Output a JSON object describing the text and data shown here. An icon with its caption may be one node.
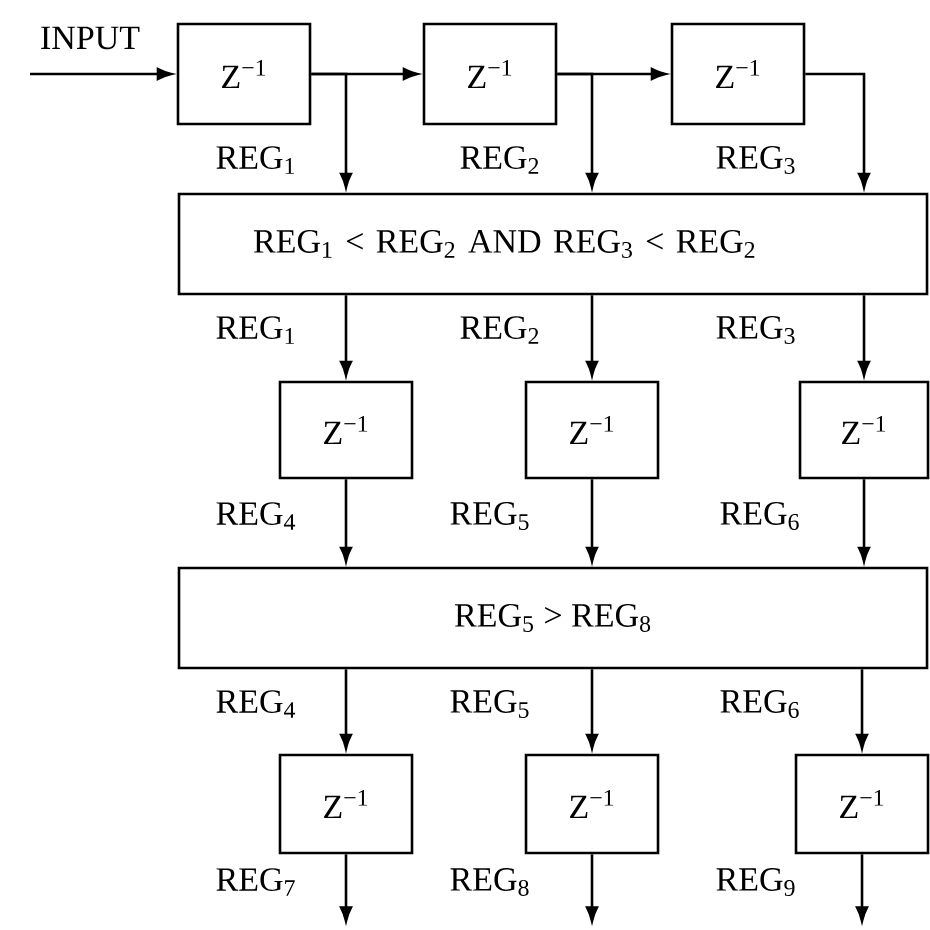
{
  "diagram": {
    "nodes": [
      {
        "text": [
          "Z$^{−1}$"
        ]
      },
      {
        "text": [
          "Z$^{−1}$"
        ]
      },
      {
        "text": [
          "Z$^{−1}$"
        ]
      },
      {
        "text": [
          "REG$_{1}$ < REG$_{2}$ AND REG$_{3}$ < REG$_{2}$"
        ]
      },
      {
        "text": [
          "Z$^{−1}$"
        ]
      },
      {
        "text": [
          "Z$^{−1}$"
        ]
      },
      {
        "text": [
          "Z$^{−1}$"
        ]
      },
      {
        "text": [
          "REG$_{5}$ > REG$_{8}$"
        ]
      },
      {
        "text": [
          "Z$^{−1}$"
        ]
      },
      {
        "text": [
          "Z$^{−1}$"
        ]
      },
      {
        "text": [
          "Z$^{−1}$"
        ]
      }
    ],
    "edges": [
      {
        "from": null,
        "to": 0,
        "arrow": "to",
        "label": "INPUT"
      },
      {
        "from": 0,
        "to": 1,
        "arrow": "to"
      },
      {
        "from": 1,
        "to": 2,
        "arrow": "to"
      },
      {
        "from": 0,
        "to": 3,
        "arrow": "to",
        "label": "REG$_{1}$"
      },
      {
        "from": 1,
        "to": 3,
        "arrow": "to",
        "label": "REG$_{2}$"
      },
      {
        "from": 2,
        "to": 3,
        "arrow": "to",
        "label": "REG$_{3}$"
      },
      {
        "from": 3,
        "to": 4,
        "arrow": "to",
        "label": "REG$_{1}$"
      },
      {
        "from": 3,
        "to": 5,
        "arrow": "to",
        "label": "REG$_{2}$"
      },
      {
        "from": 3,
        "to": 6,
        "arrow": "to",
        "label": "REG$_{3}$"
      },
      {
        "from": 4,
        "to": 7,
        "arrow": "to",
        "label": "REG$_{4}$"
      },
      {
        "from": 5,
        "to": 7,
        "arrow": "to",
        "label": "REG$_{5}$"
      },
      {
        "from": 6,
        "to": 7,
        "arrow": "to",
        "label": "REG$_{6}$"
      },
      {
        "from": 7,
        "to": 8,
        "arrow": "to",
        "label": "REG$_{4}$"
      },
      {
        "from": 7,
        "to": 9,
        "arrow": "to",
        "label": "REG$_{5}$"
      },
      {
        "from": 7,
        "to": 10,
        "arrow": "to",
        "label": "REG$_{6}$"
      },
      {
        "from": 8,
        "to": null,
        "arrow": "to",
        "label": "REG$_{7}$"
      },
      {
        "from": 9,
        "to": null,
        "arrow": "to",
        "label": "REG$_{8}$"
      },
      {
        "from": 10,
        "to": null,
        "arrow": "to",
        "label": "REG$_{9}$"
      }
    ]
  }
}
